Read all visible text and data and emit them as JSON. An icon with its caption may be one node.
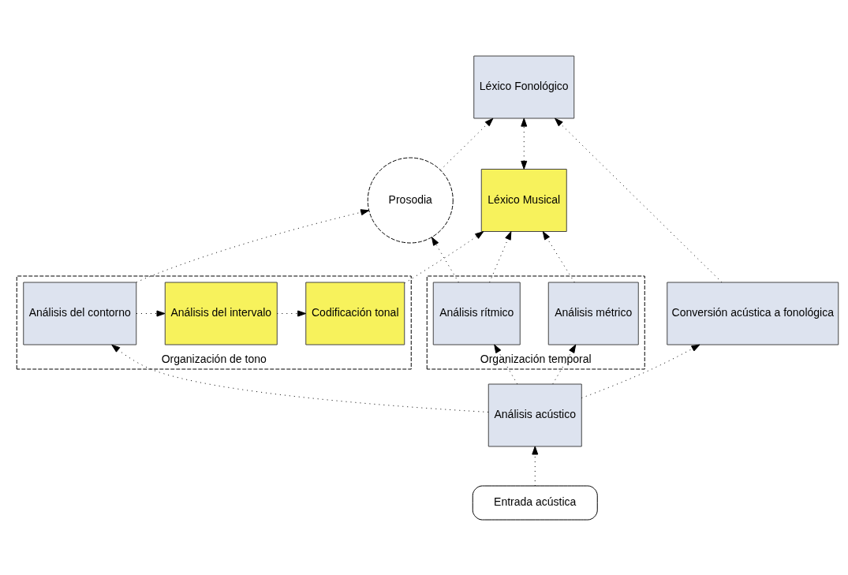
{
  "diagram": {
    "nodes": [
      {
        "text": [
          "Léxico Musical"
        ]
      },
      {
        "text": [
          "Léxico Fonológico"
        ]
      },
      {
        "text": [
          "Prosodia"
        ]
      },
      {
        "text": [
          "Organización de tono"
        ]
      },
      {
        "text": [
          "Organización temporal"
        ]
      },
      {
        "text": [
          "Codificación tonal"
        ],
        "in": 3
      },
      {
        "text": [
          "Análisis del intervalo"
        ],
        "in": 3
      },
      {
        "text": [
          "Análisis del contorno"
        ],
        "in": 3
      },
      {
        "text": [
          "Análisis rítmico"
        ],
        "in": 4
      },
      {
        "text": [
          "Análisis métrico"
        ],
        "in": 4
      },
      {
        "text": [
          "Conversión acústica a fonológica"
        ]
      },
      {
        "text": [
          "Análisis acústico"
        ]
      },
      {
        "text": [
          "Entrada acústica"
        ]
      }
    ],
    "edges": [
      {
        "from": 12,
        "to": 11,
        "arrow": "to"
      },
      {
        "from": 11,
        "to": 7,
        "arrow": "to"
      },
      {
        "from": 11,
        "to": 8,
        "arrow": "to"
      },
      {
        "from": 11,
        "to": 9,
        "arrow": "to"
      },
      {
        "from": 11,
        "to": 10,
        "arrow": "to"
      },
      {
        "from": 7,
        "to": 6,
        "arrow": "to"
      },
      {
        "from": 6,
        "to": 5,
        "arrow": "to"
      },
      {
        "from": 5,
        "to": 0,
        "arrow": "to"
      },
      {
        "from": 10,
        "to": 1,
        "arrow": "to"
      },
      {
        "from": 0,
        "to": 1,
        "arrow": "both"
      },
      {
        "from": 2,
        "to": 1,
        "arrow": "to"
      },
      {
        "from": 7,
        "to": 2,
        "arrow": "to"
      },
      {
        "from": 8,
        "to": 2,
        "arrow": "to"
      },
      {
        "from": 8,
        "to": 0,
        "arrow": "to"
      },
      {
        "from": 9,
        "to": 0,
        "arrow": "to"
      }
    ]
  }
}
